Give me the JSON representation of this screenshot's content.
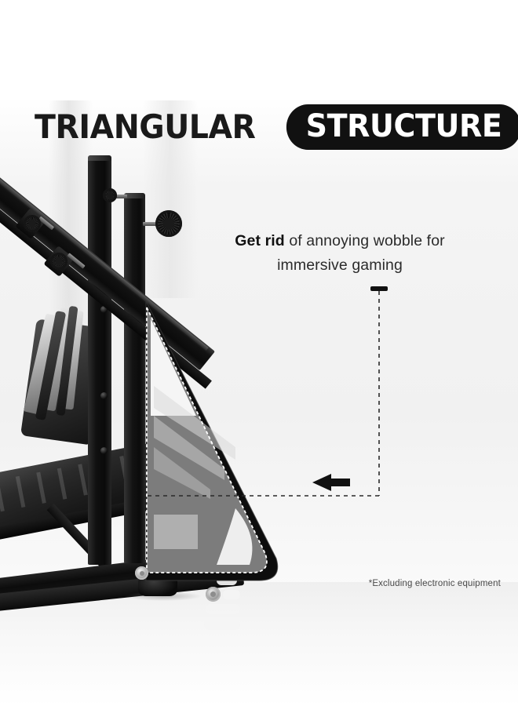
{
  "headline": {
    "word_plain": "TRIANGULAR",
    "word_pill": "STRUCTURE"
  },
  "body": {
    "bold_lead": "Get rid",
    "rest_line1": " of annoying wobble for",
    "line2": "immersive gaming"
  },
  "footnote": {
    "text": "*Excluding electronic equipment"
  },
  "callout": {
    "arrow_icon": "arrow-left-icon",
    "leader_style": "dashed",
    "cap_icon": "tick-cap-icon"
  },
  "product": {
    "alt": "racing simulator cockpit frame side view",
    "highlight_label": "triangular-brace-highlight"
  },
  "colors": {
    "background": "#ffffff",
    "background_soft": "#f1f1f1",
    "ink": "#1a1a1a",
    "body_text": "#2b2b2b",
    "pill_bg": "#111111",
    "pill_text": "#ffffff",
    "footnote_text": "#4a4a4a",
    "frame_black": "#0b0b0b",
    "highlight_gray": "#8a8a8a",
    "dash_white": "#ffffff"
  }
}
